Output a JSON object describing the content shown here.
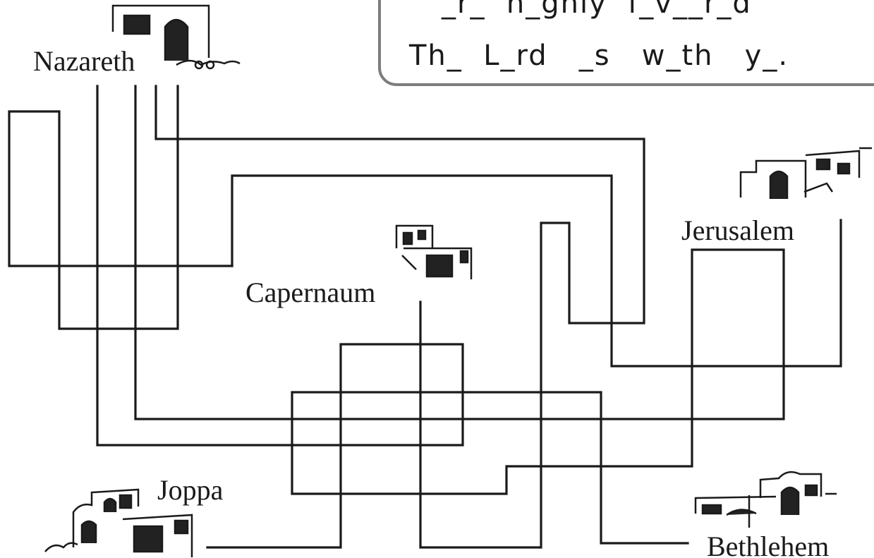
{
  "puzzle": {
    "line1": "_r_  h_ghly  f_v__r_d",
    "line2": "Th_  L_rd   _s   w_th   y_."
  },
  "towns": {
    "nazareth": "Nazareth",
    "capernaum": "Capernaum",
    "jerusalem": "Jerusalem",
    "joppa": "Joppa",
    "bethlehem": "Bethlehem"
  },
  "colors": {
    "line": "#1a1a1a",
    "box_border": "#7d7d7d",
    "background": "#ffffff"
  }
}
